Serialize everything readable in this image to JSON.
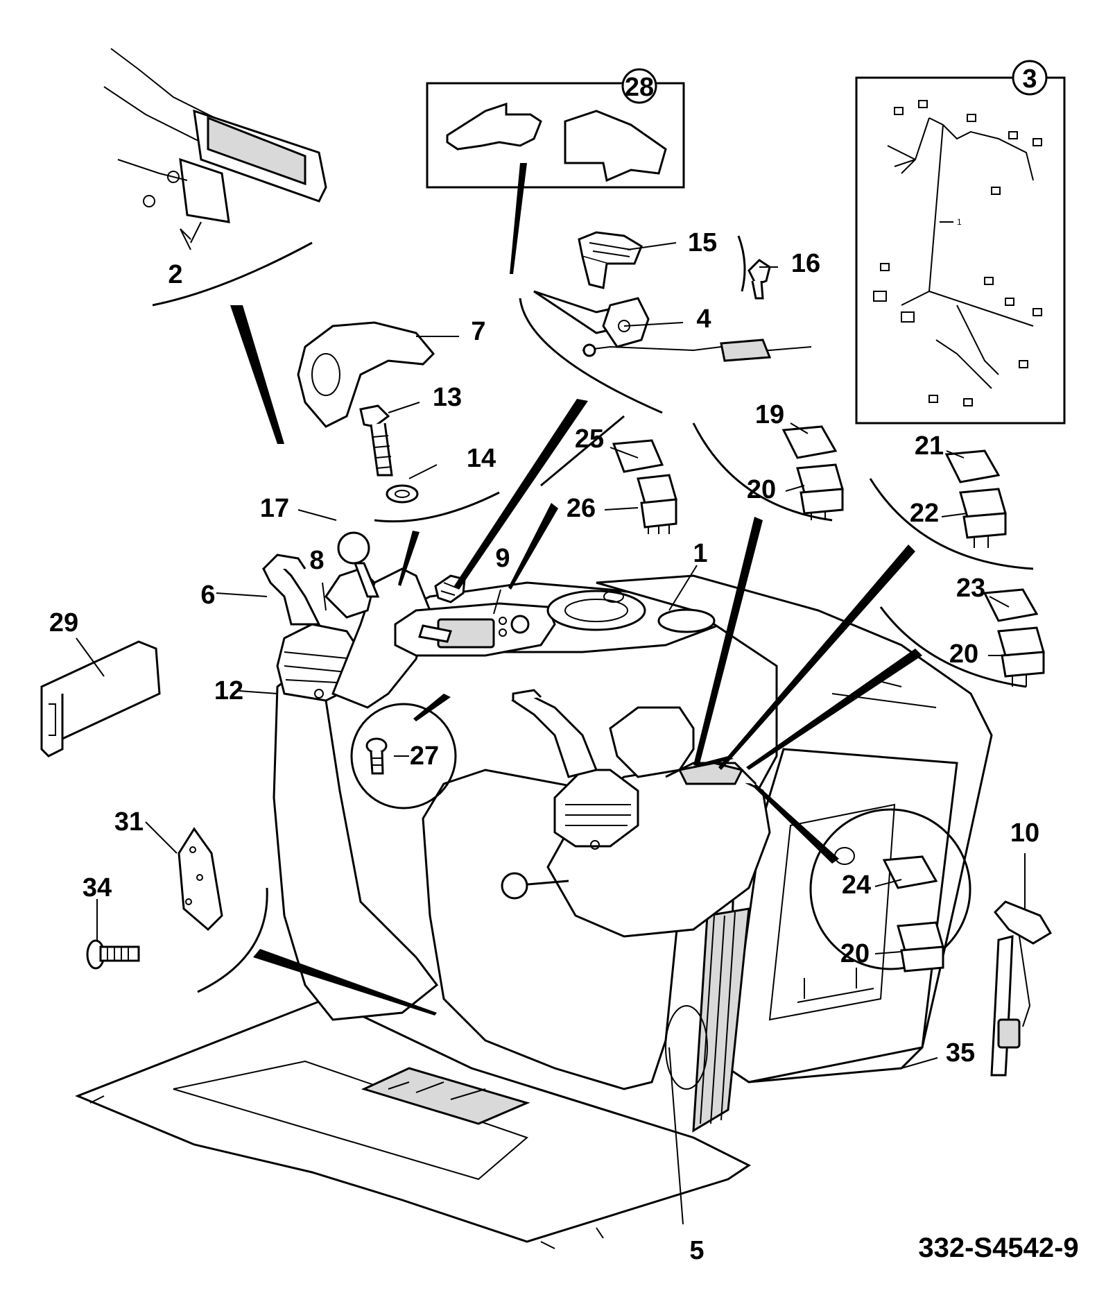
{
  "callouts": {
    "c1": "1",
    "c2": "2",
    "c3": "3",
    "c4": "4",
    "c5": "5",
    "c6": "6",
    "c7": "7",
    "c8": "8",
    "c9": "9",
    "c10": "10",
    "c12": "12",
    "c13": "13",
    "c14": "14",
    "c15": "15",
    "c16": "16",
    "c17": "17",
    "c19": "19",
    "c20a": "20",
    "c20b": "20",
    "c20c": "20",
    "c21": "21",
    "c22": "22",
    "c23": "23",
    "c24": "24",
    "c25": "25",
    "c26": "26",
    "c27": "27",
    "c28": "28",
    "c29": "29",
    "c31": "31",
    "c34": "34",
    "c35": "35"
  },
  "harness_sub_label": "1",
  "drawing_ref": "332-S4542-9"
}
